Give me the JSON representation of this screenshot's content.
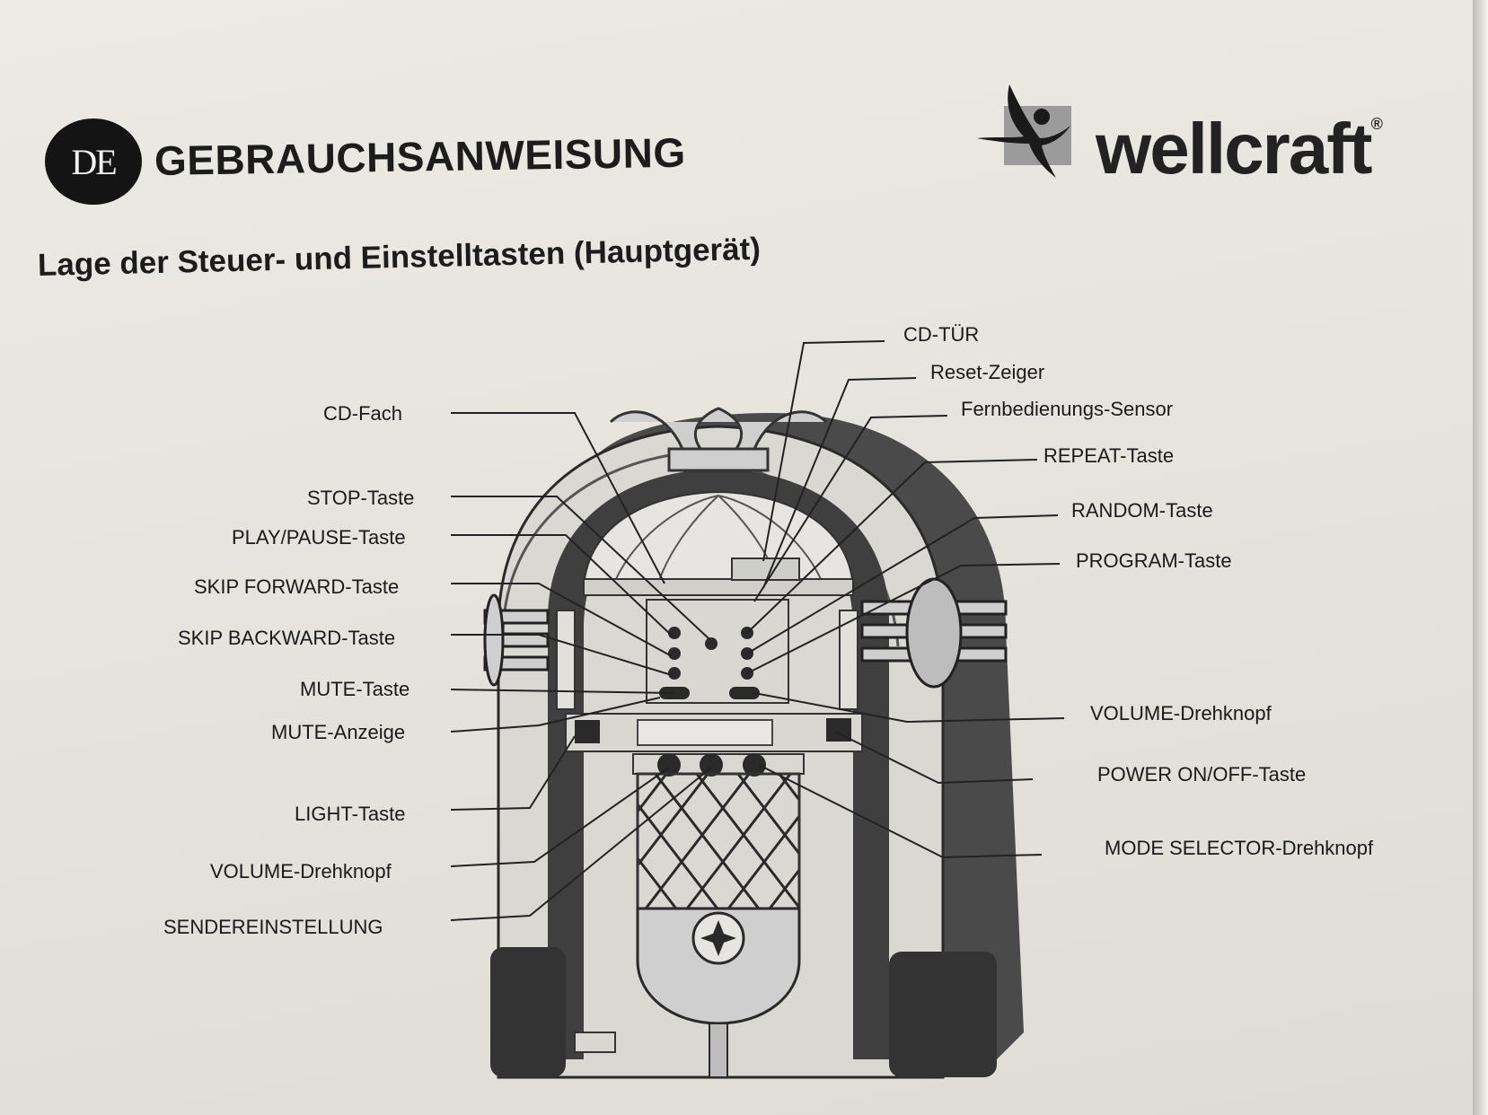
{
  "header": {
    "language_badge": "DE",
    "title": "GEBRAUCHSANWEISUNG",
    "brand": "wellcraft",
    "brand_reg": "®"
  },
  "section_title": "Lage der Steuer- und Einstelltasten (Hauptgerät)",
  "labels_left": [
    {
      "id": "cd-fach",
      "text": "CD-Fach"
    },
    {
      "id": "stop-taste",
      "text": "STOP-Taste"
    },
    {
      "id": "play-pause-taste",
      "text": "PLAY/PAUSE-Taste"
    },
    {
      "id": "skip-forward-taste",
      "text": "SKIP FORWARD-Taste"
    },
    {
      "id": "skip-backward-taste",
      "text": "SKIP BACKWARD-Taste"
    },
    {
      "id": "mute-taste",
      "text": "MUTE-Taste"
    },
    {
      "id": "mute-anzeige",
      "text": "MUTE-Anzeige"
    },
    {
      "id": "light-taste",
      "text": "LIGHT-Taste"
    },
    {
      "id": "volume-drehknopf-left",
      "text": "VOLUME-Drehknopf"
    },
    {
      "id": "sendereinstellung",
      "text": "SENDEREINSTELLUNG"
    }
  ],
  "labels_right": [
    {
      "id": "cd-tuer",
      "text": "CD-TÜR"
    },
    {
      "id": "reset-zeiger",
      "text": "Reset-Zeiger"
    },
    {
      "id": "fernbedienungs-sensor",
      "text": "Fernbedienungs-Sensor"
    },
    {
      "id": "repeat-taste",
      "text": "REPEAT-Taste"
    },
    {
      "id": "random-taste",
      "text": "RANDOM-Taste"
    },
    {
      "id": "program-taste",
      "text": "PROGRAM-Taste"
    },
    {
      "id": "volume-drehknopf-right",
      "text": "VOLUME-Drehknopf"
    },
    {
      "id": "power-taste",
      "text": "POWER ON/OFF-Taste"
    },
    {
      "id": "mode-selector",
      "text": "MODE SELECTOR-Drehknopf"
    }
  ],
  "colors": {
    "paper": "#e6e4dd",
    "ink": "#1c1c1c",
    "jukebox_dark": "#3e3e3e",
    "jukebox_light": "#d6d5d0"
  }
}
